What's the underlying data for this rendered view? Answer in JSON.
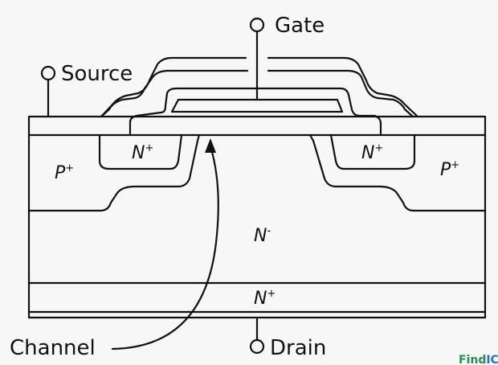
{
  "terminals": {
    "gate": "Gate",
    "source": "Source",
    "drain": "Drain"
  },
  "regions": {
    "p_left": "P",
    "p_left_sup": "+",
    "p_right": "P",
    "p_right_sup": "+",
    "n_left": "N",
    "n_left_sup": "+",
    "n_right": "N",
    "n_right_sup": "+",
    "n_drift": "N",
    "n_drift_sup": "-",
    "n_substrate": "N",
    "n_substrate_sup": "+"
  },
  "annotations": {
    "channel": "Channel"
  },
  "watermark": {
    "text_part1": "Find",
    "text_part2": "IC",
    "color1": "#2e8b57",
    "color2": "#1e6fd9"
  },
  "colors": {
    "line": "#111111",
    "background": "#f7f7f7"
  }
}
